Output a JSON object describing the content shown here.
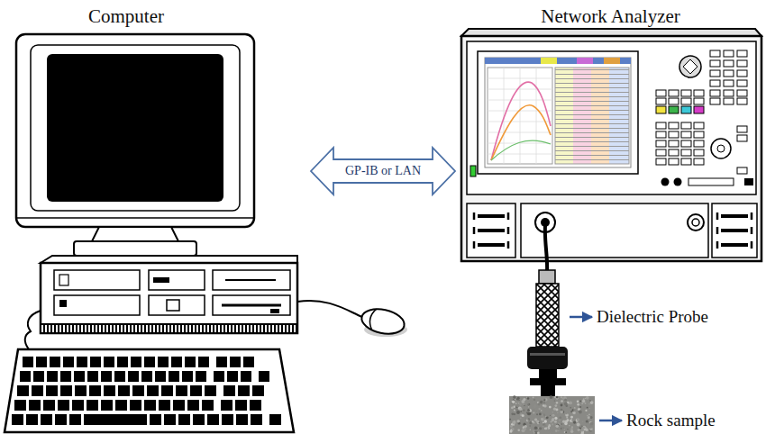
{
  "diagram": {
    "nodes": [
      {
        "text": [
          "Computer"
        ]
      },
      {
        "text": [
          "Network Analyzer"
        ]
      }
    ],
    "edges": [
      {
        "from": 0,
        "to": 1,
        "arrow": "both",
        "label": "GP-IB or LAN"
      }
    ],
    "labels": [
      "Dielectric Probe",
      "Rock sample"
    ]
  }
}
